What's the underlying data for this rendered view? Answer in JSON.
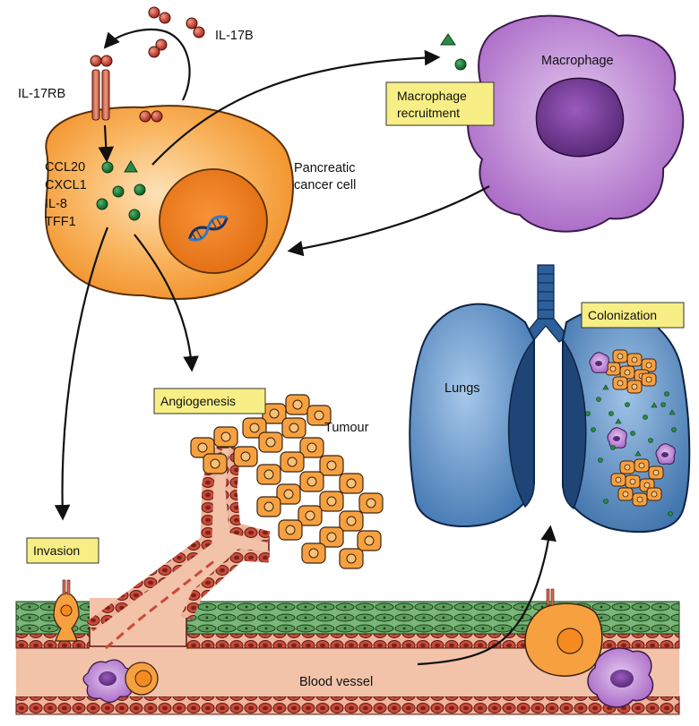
{
  "labels": {
    "il17b": "IL-17B",
    "il17rb": "IL-17RB",
    "macrophage": "Macrophage",
    "macrophage_recruitment": [
      "Macrophage",
      "recruitment"
    ],
    "pancreatic_cancer_cell": [
      "Pancreatic",
      "cancer cell"
    ],
    "chemokines": [
      "CCL20",
      "CXCL1",
      "IL-8",
      "TFF1"
    ],
    "colonization": "Colonization",
    "lungs": "Lungs",
    "angiogenesis": "Angiogenesis",
    "tumour": "Tumour",
    "invasion": "Invasion",
    "blood_vessel": "Blood vessel"
  },
  "colors": {
    "cancer_cell": "#f7a040",
    "macrophage": "#b27ac9",
    "nucleus_dark": "#6a3a8a",
    "receptor": "#d06a50",
    "il17b_ball": "#c0392b",
    "chemokine_dot": "#1e7a3a",
    "label_box": "#f7ee85",
    "lung_blue": "#4a7fb8",
    "lung_dark": "#1f4577",
    "vessel_wall": "#c94a3a",
    "vessel_lumen": "#f2c3a9",
    "muscle_layer": "#5c9d5a"
  }
}
